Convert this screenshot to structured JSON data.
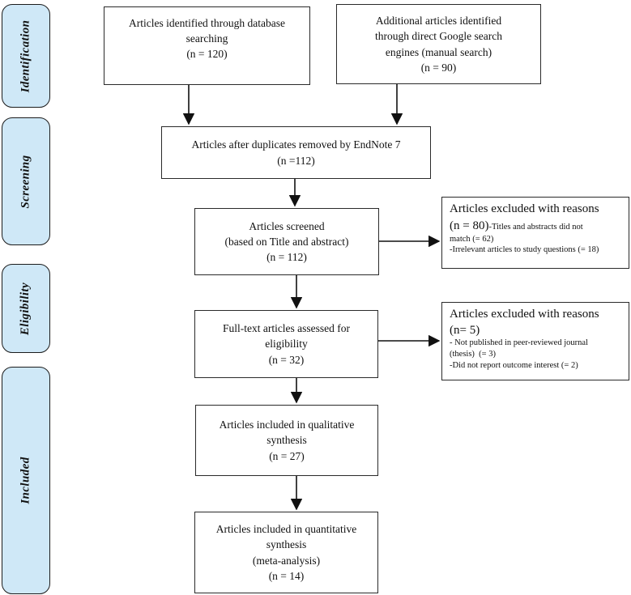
{
  "colors": {
    "stage_fill": "#cfe8f7",
    "box_border": "#2a2a2a",
    "arrow": "#111111"
  },
  "sidebar": {
    "stages": [
      {
        "label": "Identification"
      },
      {
        "label": "Screening"
      },
      {
        "label": "Eligibility"
      },
      {
        "label": "Included"
      }
    ]
  },
  "boxes": {
    "identified_database": {
      "lines": [
        "Articles identified through database",
        "searching",
        "(n = 120)"
      ]
    },
    "identified_manual": {
      "lines": [
        "Additional articles identified",
        "through direct Google search",
        "engines (manual search)",
        "(n = 90)"
      ]
    },
    "duplicates_removed": {
      "lines": [
        "Articles after duplicates removed by EndNote 7",
        "(n =112)"
      ]
    },
    "screened": {
      "lines": [
        "Articles screened",
        "(based on Title and abstract)",
        "(n = 112)"
      ]
    },
    "excluded_screening": {
      "title": "Articles excluded with reasons",
      "n_big": "(n = 80)",
      "n_small_suffix": "-Titles and abstracts did not",
      "reason1_cont": "match (= 62)",
      "reason2": "-Irrelevant articles to study questions (= 18)"
    },
    "fulltext_assessed": {
      "lines": [
        "Full-text articles assessed for",
        "eligibility",
        "(n = 32)"
      ]
    },
    "excluded_eligibility": {
      "title": "Articles excluded with reasons",
      "n_big": "(n= 5)",
      "reason1_line1": "- Not published in peer-reviewed journal",
      "reason1_line2": "(thesis)  (= 3)",
      "reason2": "-Did not report outcome interest (= 2)"
    },
    "qualitative": {
      "lines": [
        "Articles included in qualitative",
        "synthesis",
        "(n = 27)"
      ]
    },
    "quantitative": {
      "lines": [
        "Articles included in quantitative",
        "synthesis",
        "(meta-analysis)",
        "(n = 14)"
      ]
    }
  }
}
